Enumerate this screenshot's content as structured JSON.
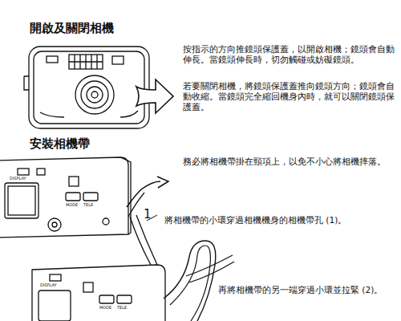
{
  "diagram": {
    "title": "開啟及關閉相機",
    "labels": [
      "按指示的方向推鏡頭保護蓋，以開啟相機；鏡頭會自動伸長。當鏡頭伸長時，切勿觸碰或妨礙鏡頭。",
      "若要關閉相機，將鏡頭保護蓋推向鏡頭方向；鏡頭會自動收縮。當鏡頭完全縮回機身內時，就可以關閉鏡頭保護蓋。",
      "安裝相機帶",
      "務必將相機帶掛在頸項上，以免不小心將相機摔落。",
      "1",
      "將相機帶的小環穿過相機機身的相機帶孔 (1)。",
      "再將相機帶的另一端穿過小環並拉緊 (2)。",
      "DISPLAY",
      "MODE",
      "TELE",
      "DISPLAY",
      "MODE",
      "TELE"
    ]
  }
}
